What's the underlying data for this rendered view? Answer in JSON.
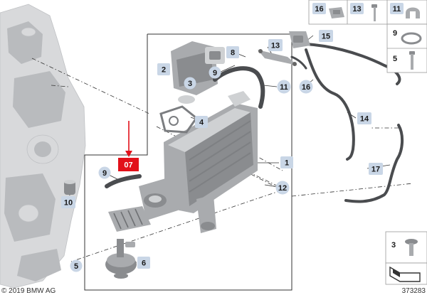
{
  "callouts": {
    "c1": "1",
    "c2": "2",
    "c3": "3",
    "c4": "4",
    "c5": "5",
    "c6": "6",
    "c7": "07",
    "c8": "8",
    "c9a": "9",
    "c9b": "9",
    "c10": "10",
    "c11": "11",
    "c12": "12",
    "c13": "13",
    "c14": "14",
    "c15": "15",
    "c16": "16",
    "c17": "17"
  },
  "parts_panel_top": {
    "items": [
      {
        "label": "16"
      },
      {
        "label": "13"
      },
      {
        "label": "11"
      },
      {
        "label": "9"
      },
      {
        "label": "5"
      }
    ]
  },
  "parts_panel_bottom": {
    "label": "3"
  },
  "footer": {
    "copyright": "© 2019 BMW AG",
    "diagram_number": "373283"
  },
  "colors": {
    "highlight": "#e2111a",
    "callout_fill": "#c9d6e6",
    "line": "#333333"
  }
}
